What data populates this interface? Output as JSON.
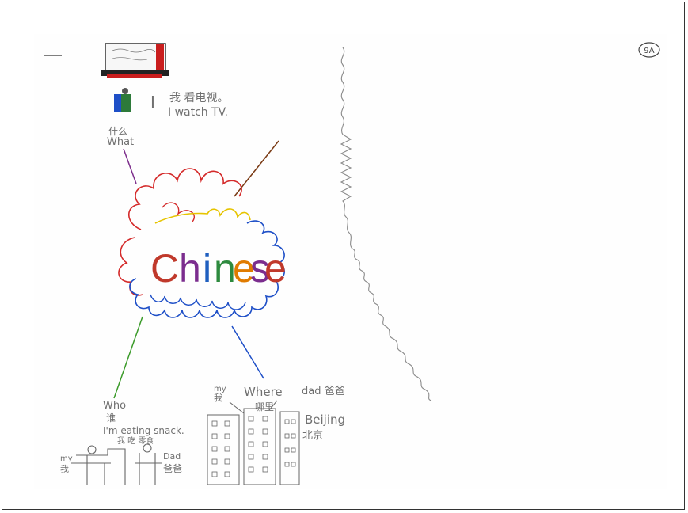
{
  "page_number": "9A",
  "center_word": {
    "letters": [
      "C",
      "h",
      "i",
      "n",
      "e",
      "s",
      "e"
    ],
    "colors": [
      "#c0392b",
      "#7b2d8e",
      "#1f5fbf",
      "#2d8a3e",
      "#e07b00",
      "#7b2d8e",
      "#c0392b"
    ]
  },
  "branches": {
    "tv": {
      "line1": "我 看电视。",
      "line2": "I  watch  TV.",
      "question_cn": "什么",
      "question_en": "What"
    },
    "who": {
      "question_en": "Who",
      "question_cn": "谁",
      "sentence": "I'm eating snack.",
      "sentence_cn": "我 吃 零食",
      "me_en": "my",
      "me_cn": "我",
      "dad_en": "Dad",
      "dad_cn": "爸爸"
    },
    "where": {
      "me_en": "my",
      "me_cn": "我",
      "question_en": "Where",
      "question_cn": "哪里",
      "dad": "dad 爸爸",
      "place_en": "Beijing",
      "place_cn": "北京"
    }
  },
  "colors": {
    "red": "#d42a2a",
    "blue": "#1e4fc7",
    "yellow": "#e6c400",
    "green": "#3b9b2a",
    "purple": "#7d2f8c",
    "brown": "#7a3a14",
    "pencil": "#8a8a8a"
  }
}
